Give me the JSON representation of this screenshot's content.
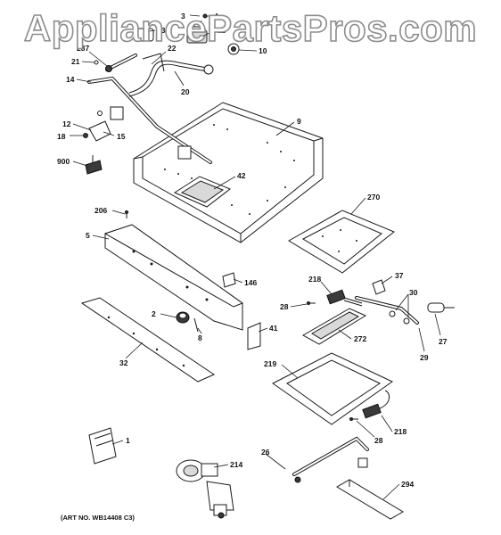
{
  "watermark": "AppliancePartsPros.com",
  "art_number": "(ART NO. WB14408 C3)",
  "callouts": [
    "3",
    "4",
    "13",
    "11",
    "10",
    "237",
    "22",
    "21",
    "20",
    "14",
    "12",
    "15",
    "18",
    "9",
    "900",
    "42",
    "206",
    "270",
    "5",
    "146",
    "37",
    "218",
    "28",
    "30",
    "2",
    "8",
    "41",
    "272",
    "27",
    "29",
    "32",
    "219",
    "218",
    "28",
    "1",
    "214",
    "26",
    "294"
  ],
  "colors": {
    "line_art": "#1a1a1a",
    "watermark_outline": "#8c8c8c",
    "background": "#ffffff"
  }
}
